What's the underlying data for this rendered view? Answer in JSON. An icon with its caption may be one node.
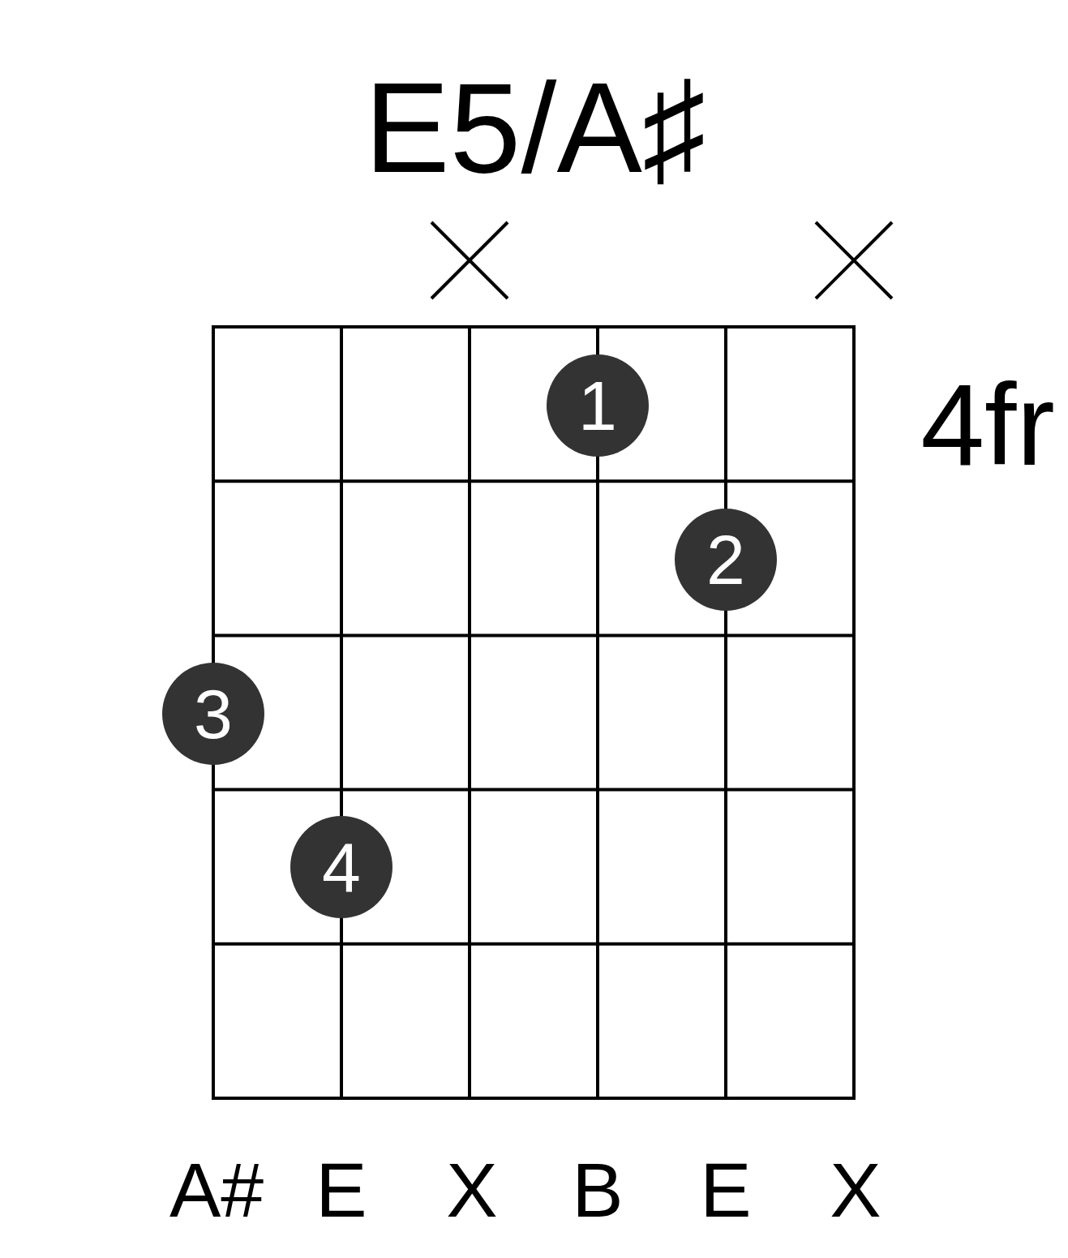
{
  "diagram": {
    "title": "E5/A♯",
    "nodes": [
      {
        "text": [
          "1"
        ]
      },
      {
        "text": [
          "2"
        ]
      },
      {
        "text": [
          "3"
        ]
      },
      {
        "text": [
          "4"
        ]
      }
    ],
    "labels": [
      "4fr",
      "A#",
      "E",
      "X",
      "B",
      "E",
      "X"
    ]
  }
}
